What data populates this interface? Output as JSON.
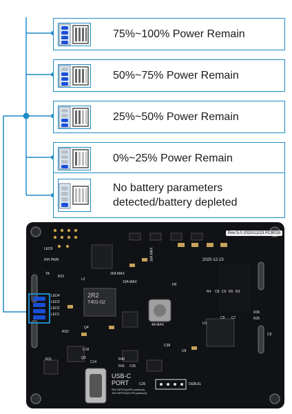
{
  "legend": [
    {
      "text": "75%~100% Power Remain",
      "level": "4 of 4 segments lit"
    },
    {
      "text": "50%~75% Power Remain",
      "level": "3 of 4 segments lit"
    },
    {
      "text": "25%~50% Power Remain",
      "level": "2 of 4 segments lit"
    },
    {
      "text": "0%~25% Power Remain",
      "level": "1 of 4 segments lit"
    },
    {
      "text_line1": "No battery parameters",
      "text_line2": "detected/battery depleted",
      "level": "first segment blinking"
    }
  ],
  "board": {
    "rev": "Rev:5.0 2020/12/23 PCB01b",
    "date": "2020-12-23",
    "inductor": "2R2",
    "inductor_code": "T401-02",
    "max_25a": "25A MAX",
    "max_10a": "10A MAX",
    "max_4a": "4A MAX",
    "max_16a": "16A MAX",
    "usbc_line1": "USB-C",
    "usbc_line2": "PORT",
    "usbc_fine1": "20V INPUT(w/PD protocol)",
    "usbc_fine2": "10V INPUT(w/o PD protocol)",
    "debug": "DEBUG",
    "fb": "FB",
    "led_labels": [
      "LED4",
      "LED3",
      "LED2",
      "LED1"
    ],
    "component_labels": [
      "R22",
      "L2",
      "C5",
      "C14",
      "C18",
      "C25",
      "C26",
      "C38",
      "R40",
      "R41",
      "R4",
      "C8",
      "C6",
      "R5",
      "R3",
      "U1",
      "U9",
      "R36",
      "R35",
      "C7",
      "C9",
      "R11",
      "Q3",
      "LED5",
      "RPI PWR",
      "TA",
      "Q4",
      "RS2"
    ]
  },
  "colors": {
    "accent": "#1f8ac6",
    "led_lit": "#1b4fd8",
    "led_off": "#b9c0c8",
    "board": "#101215"
  }
}
